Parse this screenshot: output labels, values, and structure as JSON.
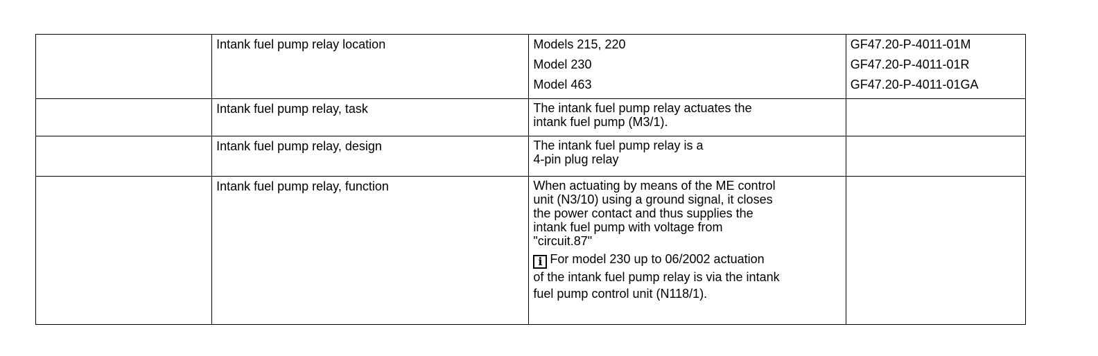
{
  "rows": [
    {
      "label": "Intank fuel pump relay location",
      "models": [
        "Models 215, 220",
        "Model 230",
        "Model 463"
      ],
      "refs": [
        "GF47.20-P-4011-01M",
        "GF47.20-P-4011-01R",
        "GF47.20-P-4011-01GA"
      ]
    },
    {
      "label": "Intank fuel pump relay, task",
      "description_lines": [
        "The intank fuel pump relay actuates the",
        "intank fuel pump (M3/1)."
      ]
    },
    {
      "label": "Intank fuel pump relay, design",
      "description_lines": [
        "The intank fuel pump relay is a",
        "4-pin plug relay"
      ]
    },
    {
      "label": "Intank fuel pump relay, function",
      "description_lines": [
        "When actuating by means of the ME control",
        "unit (N3/10) using a ground signal, it closes",
        "the power contact and thus supplies the",
        "intank fuel pump with voltage from",
        "\"circuit.87\""
      ],
      "note": {
        "icon": "info-icon",
        "icon_glyph": "i",
        "first_line": "For model 230 up to 06/2002 actuation",
        "rest_lines": [
          "of the intank fuel pump relay is via the intank",
          "fuel pump control unit (N118/1)."
        ]
      }
    }
  ]
}
